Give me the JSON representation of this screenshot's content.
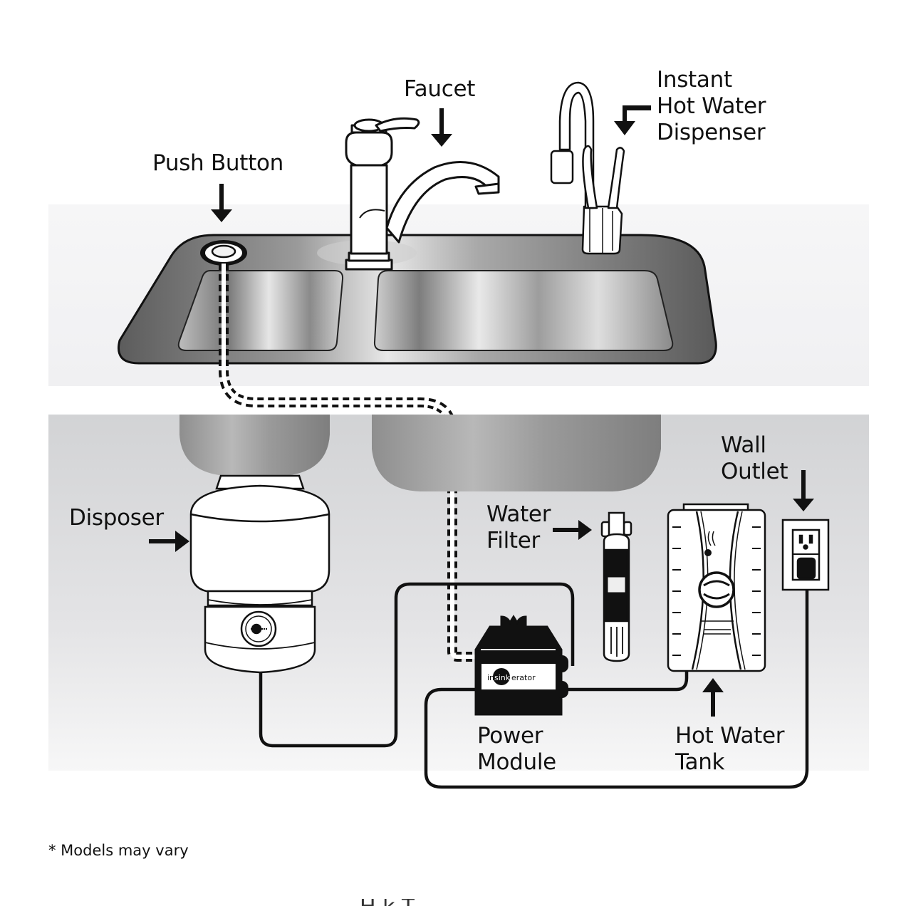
{
  "diagram": {
    "title": "InSinkErator disposer and instant hot water system installation",
    "labels": {
      "push_button": "Push Button",
      "faucet": "Faucet",
      "instant_hot_water_dispenser": [
        "Instant",
        "Hot Water",
        "Dispenser"
      ],
      "disposer": "Disposer",
      "water_filter": [
        "Water",
        "Filter"
      ],
      "wall_outlet": [
        "Wall",
        "Outlet"
      ],
      "power_module": [
        "Power",
        "Module"
      ],
      "hot_water_tank": [
        "Hot Water",
        "Tank"
      ]
    },
    "brand_logo": {
      "prefix": "in",
      "highlight": "sink",
      "suffix": "erator"
    },
    "footnote": "* Models may vary",
    "cutoff_text": "H          k         T",
    "colors": {
      "ink": "#111111",
      "countertop": "#f1f1f3",
      "cabinet": "#d3d4d6",
      "sink_steel_dark": "#6a6a6a",
      "sink_steel_light": "#e9e9e9",
      "appliance_white": "#ffffff"
    }
  }
}
